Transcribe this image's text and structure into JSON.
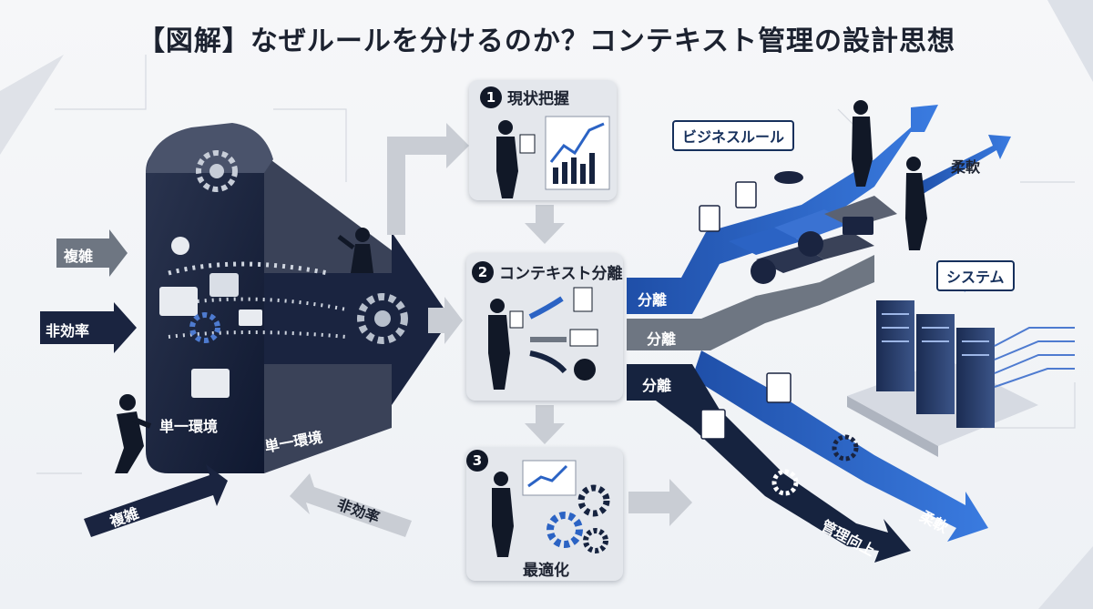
{
  "title": "【図解】なぜルールを分けるのか？コンテキスト管理の設計思想",
  "left_section": {
    "input_arrows": [
      "複雑",
      "非効率"
    ],
    "box_labels": [
      "単一環境",
      "単一環境"
    ],
    "bottom_arrows": [
      "複雑",
      "非効率"
    ]
  },
  "steps": [
    {
      "number": "1",
      "label": "現状把握"
    },
    {
      "number": "2",
      "label": "コンテキスト分離"
    },
    {
      "number": "3",
      "label": "最適化"
    }
  ],
  "right_section": {
    "business_tag": "ビジネスルール",
    "flexible_top": "柔軟",
    "system_tag": "システム",
    "split_labels": [
      "分離",
      "分離",
      "分離"
    ],
    "bottom_labels": [
      "柔軟",
      "管理向上"
    ]
  },
  "colors": {
    "navy": "#16233f",
    "blue": "#2b63c4",
    "gray_arrow": "#6e7682",
    "light_arrow": "#c9cdd4",
    "panel": "#e4e7ec"
  }
}
